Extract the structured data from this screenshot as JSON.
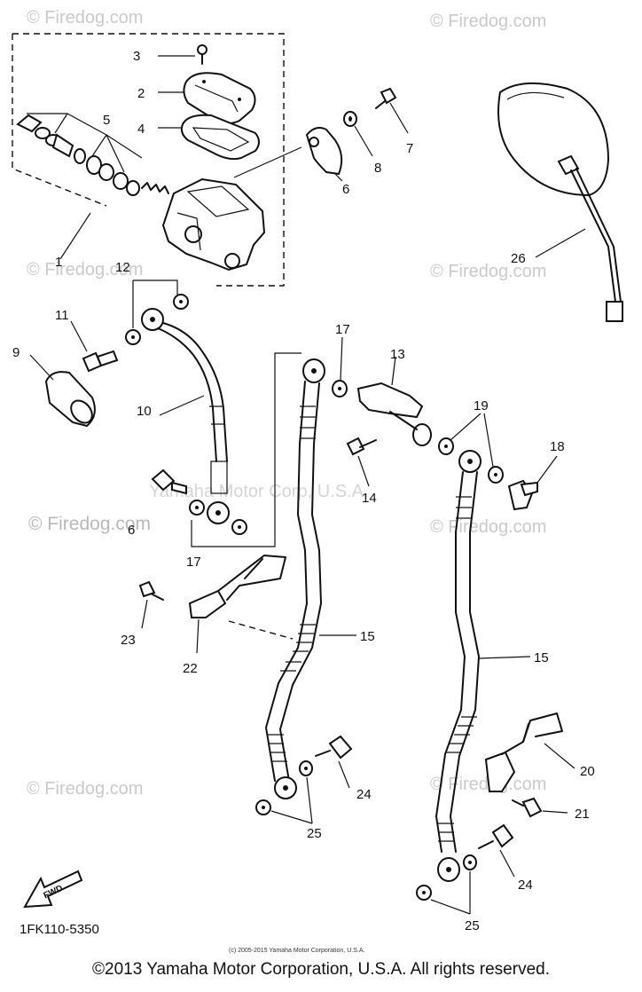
{
  "watermarks": {
    "site": "© Firedog.com",
    "site_plain": "Firedog.com",
    "ghost_text": "Yamaha Motor Corp, U.S.A.",
    "small_copyright": "(c) 2005-2015 Yamaha Motor Corporation, U.S.A."
  },
  "part_labels": {
    "p1": "1",
    "p2": "2",
    "p3": "3",
    "p4": "4",
    "p5": "5",
    "p6a": "6",
    "p6b": "6",
    "p7": "7",
    "p8": "8",
    "p9": "9",
    "p10": "10",
    "p11": "11",
    "p12": "12",
    "p13": "13",
    "p14": "14",
    "p15a": "15",
    "p15b": "15",
    "p17a": "17",
    "p17b": "17",
    "p18": "18",
    "p19": "19",
    "p20": "20",
    "p21": "21",
    "p22": "22",
    "p23": "23",
    "p24a": "24",
    "p24b": "24",
    "p25a": "25",
    "p25b": "25",
    "p26": "26"
  },
  "fwd_label": "FWD",
  "diagram_code": "1FK110-5350",
  "footer_copyright": "©2013 Yamaha Motor Corporation, U.S.A. All rights reserved."
}
